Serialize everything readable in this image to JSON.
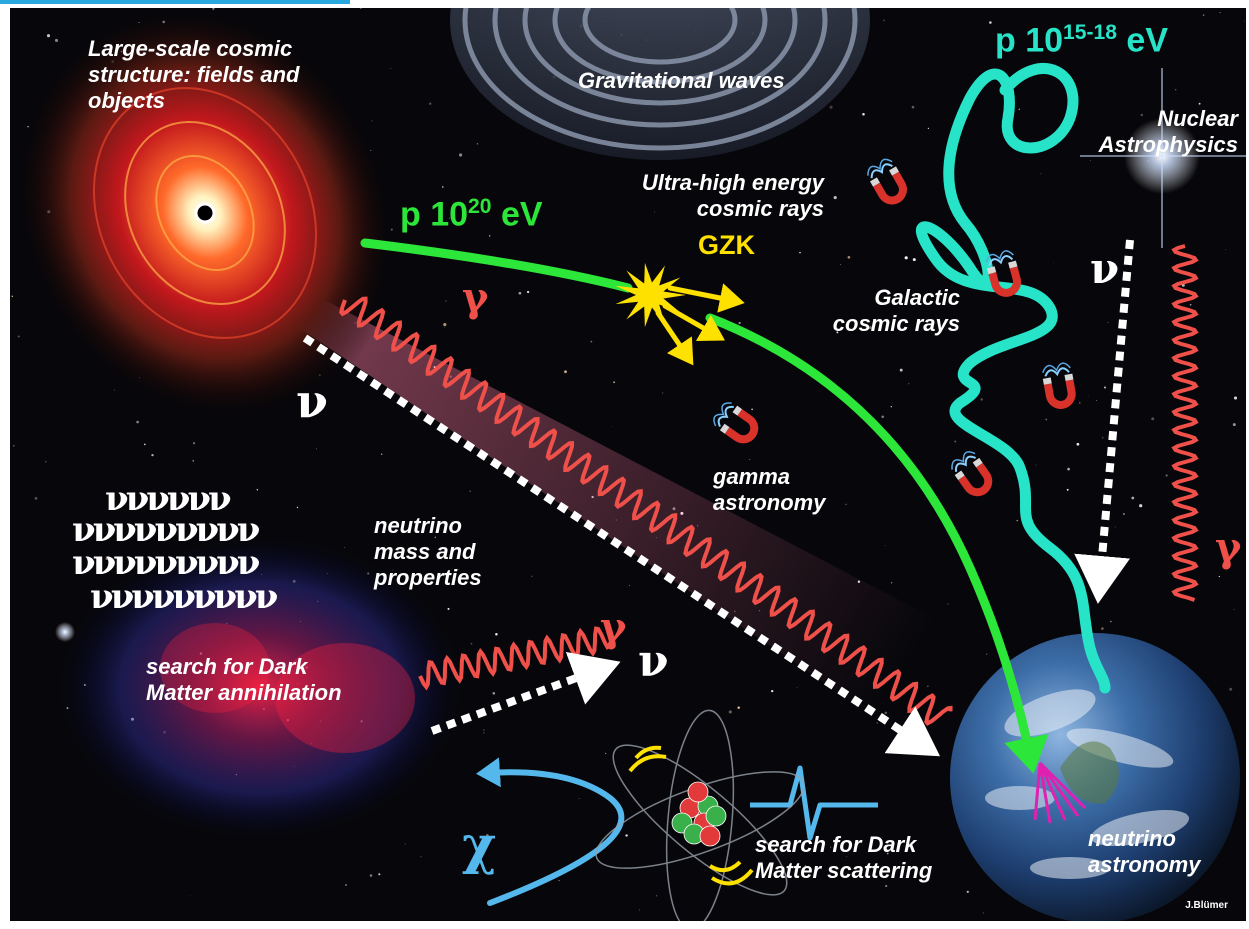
{
  "colors": {
    "accent_bar": "#29a8e0",
    "proton_green": "#2de63a",
    "galactic_teal": "#27e3c8",
    "gamma_red": "#f0504a",
    "gzk_yellow": "#ffe100",
    "dark_matter_blue": "#55b8ec",
    "neutrino_white": "#ffffff",
    "neutrino_magenta": "#e020b0"
  },
  "labels": {
    "large_scale": "Large-scale cosmic\nstructure: fields and\nobjects",
    "grav_waves": "Gravitational waves",
    "nuclear": "Nuclear\nAstrophysics",
    "uhecr": "Ultra-high energy\ncosmic rays",
    "galactic": "Galactic\ncosmic rays",
    "gamma_astro": "gamma\nastronomy",
    "neutrino_mass": "neutrino\nmass and\nproperties",
    "dm_annihilation": "search for Dark\nMatter annihilation",
    "dm_scattering": "search for Dark\nMatter scattering",
    "neutrino_astro": "neutrino\nastronomy",
    "gzk": "GZK"
  },
  "energies": {
    "uhe_proton": {
      "prefix": "p 10",
      "exp": "20",
      "suffix": " eV"
    },
    "galactic_proton": {
      "prefix": "p 10",
      "exp": "15-18",
      "suffix": " eV"
    }
  },
  "symbols": {
    "nu": "ν",
    "gamma": "γ",
    "chi": "χ",
    "nu_cloud": [
      "νννννν",
      "ννννννννν",
      "ννννννννν",
      "ννννννννν"
    ]
  },
  "credit": "J.Blümer"
}
